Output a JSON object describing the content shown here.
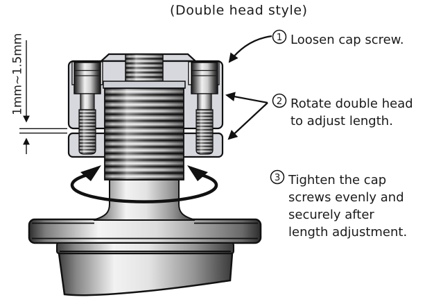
{
  "title": "(Double head style)",
  "dimension": {
    "label": "1mm~1.5mm"
  },
  "annotations": [
    {
      "number": "1",
      "lines": [
        "Loosen cap screw."
      ]
    },
    {
      "number": "2",
      "lines": [
        "Rotate double head",
        "to adjust length."
      ]
    },
    {
      "number": "3",
      "lines": [
        "Tighten the cap",
        "screws evenly and",
        "securely after",
        "length adjustment."
      ]
    }
  ],
  "colors": {
    "background": "#ffffff",
    "outline": "#111111",
    "head_block": "#d6d8dd",
    "text": "#1a1a1a"
  }
}
